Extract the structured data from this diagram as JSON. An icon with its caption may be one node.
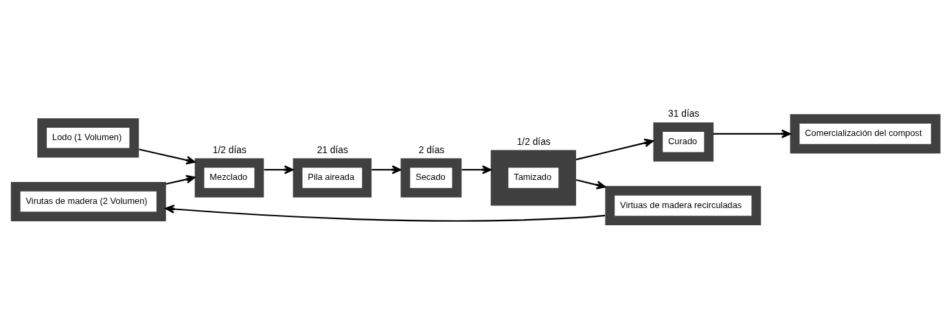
{
  "diagram": {
    "nodes": [
      {
        "text": [
          "Lodo (1 Volumen)"
        ]
      },
      {
        "text": [
          "Virutas de madera (2 Volumen)"
        ]
      },
      {
        "text": [
          "Mezclado"
        ],
        "beside": [
          "1/2 días"
        ]
      },
      {
        "text": [
          "Pila aireada"
        ],
        "beside": [
          "21 días"
        ]
      },
      {
        "text": [
          "Secado"
        ],
        "beside": [
          "2 días"
        ]
      },
      {
        "text": [
          "Tamizado"
        ],
        "beside": [
          "1/2 días"
        ]
      },
      {
        "text": [
          "Curado"
        ],
        "beside": [
          "31 días"
        ]
      },
      {
        "text": [
          "Comercialización del compost"
        ]
      },
      {
        "text": [
          "Virtuas de madera recirculadas"
        ]
      }
    ],
    "edges": [
      {
        "from": 0,
        "to": 2,
        "arrow": "to"
      },
      {
        "from": 1,
        "to": 2,
        "arrow": "to"
      },
      {
        "from": 2,
        "to": 3,
        "arrow": "to"
      },
      {
        "from": 3,
        "to": 4,
        "arrow": "to"
      },
      {
        "from": 4,
        "to": 5,
        "arrow": "to"
      },
      {
        "from": 5,
        "to": 6,
        "arrow": "to"
      },
      {
        "from": 6,
        "to": 7,
        "arrow": "to"
      },
      {
        "from": 5,
        "to": 8,
        "arrow": "to"
      },
      {
        "from": 8,
        "to": 1,
        "arrow": "to"
      }
    ]
  }
}
